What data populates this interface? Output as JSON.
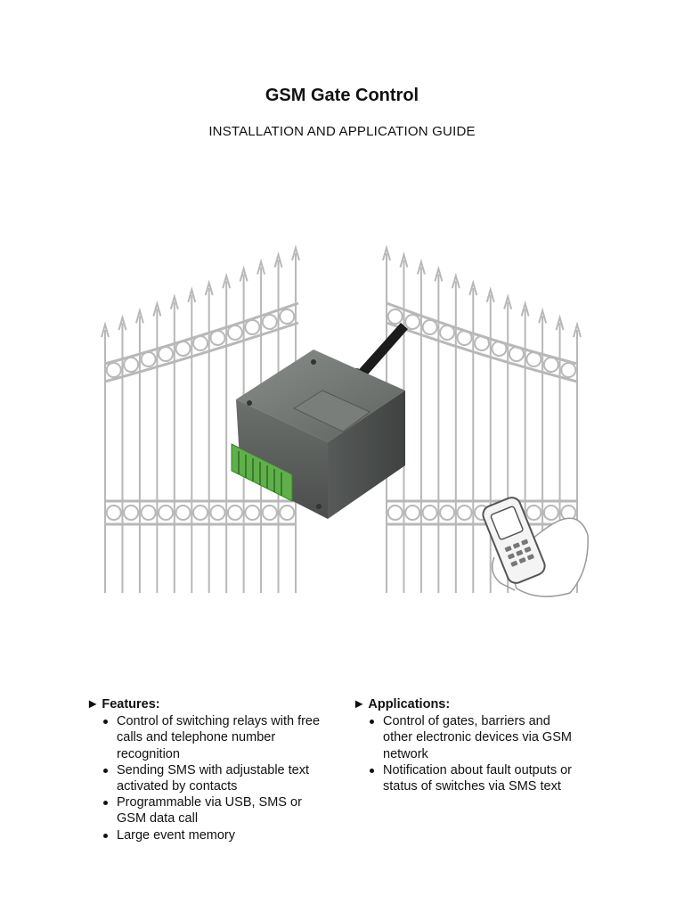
{
  "title": "GSM Gate Control",
  "subtitle": "INSTALLATION AND APPLICATION GUIDE",
  "illustration": {
    "icons": [
      "gate-left-icon",
      "gate-right-icon",
      "gsm-module-icon",
      "antenna-icon",
      "mobile-phone-in-hand-icon"
    ]
  },
  "features": {
    "arrow": "►",
    "heading": "Features:",
    "items": [
      "Control of switching relays with free calls and telephone number recognition",
      "Sending SMS  with adjustable text activated by contacts",
      "Programmable via USB, SMS or GSM data call",
      "Large event memory"
    ]
  },
  "applications": {
    "arrow": "►",
    "heading": "Applications:",
    "items": [
      "Control of gates, barriers and other electronic devices via GSM network",
      "Notification about fault outputs or status of switches via SMS text"
    ]
  },
  "colors": {
    "text": "#111111",
    "gate_stroke": "#b8b8b8",
    "module_body": "#6f7370",
    "terminal_green": "#5fb04a"
  }
}
